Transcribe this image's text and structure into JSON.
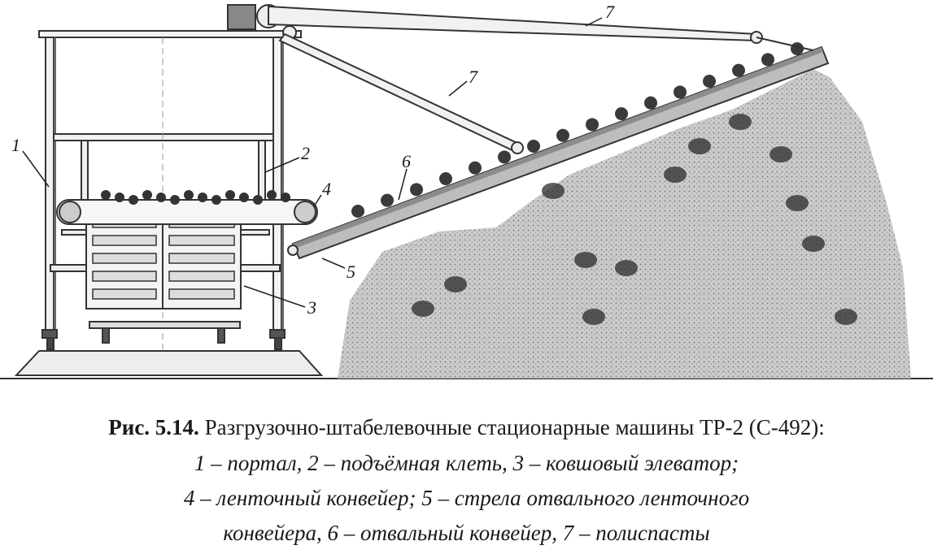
{
  "figure": {
    "callouts": [
      "1",
      "2",
      "3",
      "4",
      "5",
      "6",
      "7",
      "7"
    ],
    "caption": {
      "number": "Рис. 5.14.",
      "title": "Разгрузочно-штабелевочные стационарные машины ТР-2 (С-492):",
      "line2": "1 – портал, 2 – подъёмная клеть, 3 – ковшовый элеватор;",
      "line3": "4 – ленточный конвейер; 5 – стрела отвального ленточного",
      "line4": "конвейера, 6 – отвальный конвейер, 7 – полиспасты"
    }
  }
}
